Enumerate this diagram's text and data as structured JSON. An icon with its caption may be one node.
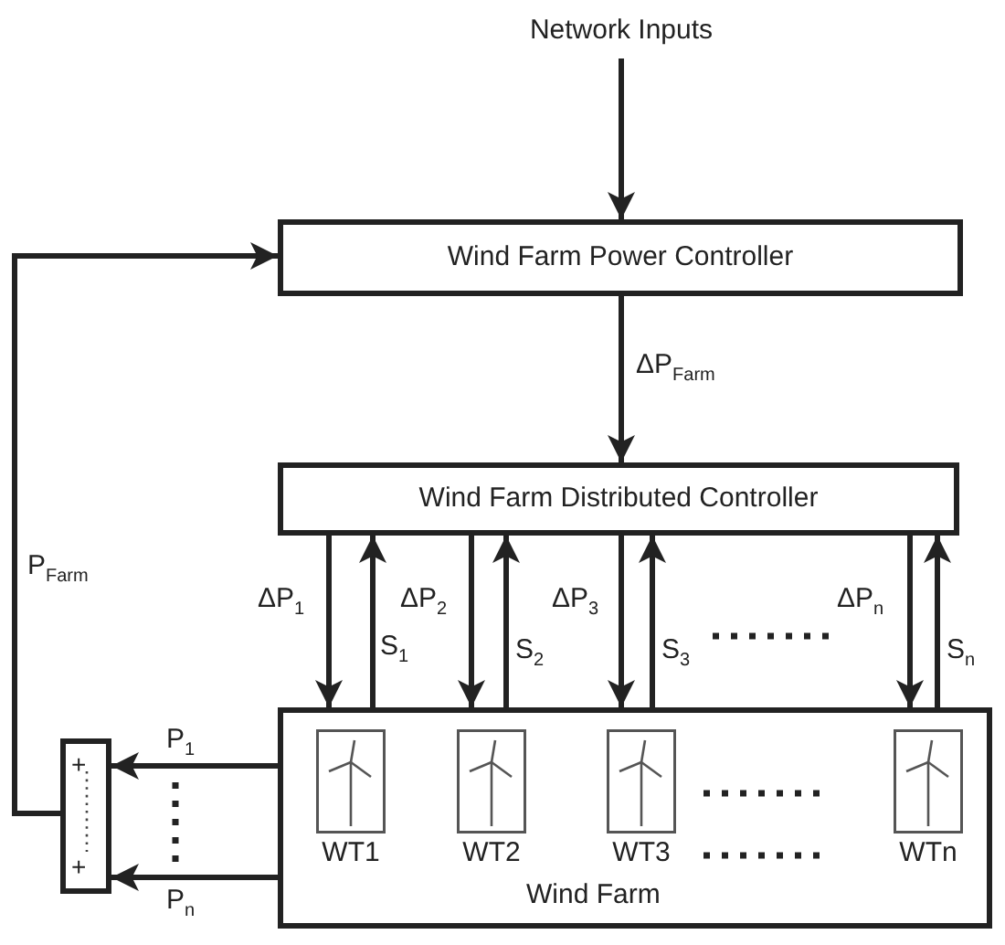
{
  "diagram": {
    "nodes": [
      {
        "text": [
          "Network Inputs"
        ]
      },
      {
        "text": [
          "Wind Farm Power Controller"
        ]
      },
      {
        "text": [
          "Wind Farm Distributed Controller"
        ]
      },
      {
        "text": [
          "Wind Farm"
        ]
      },
      {
        "text": [
          "WT1"
        ],
        "in": 3
      },
      {
        "text": [
          "WT2"
        ],
        "in": 3
      },
      {
        "text": [
          "WT3"
        ],
        "in": 3
      },
      {
        "text": [
          "WTn"
        ],
        "in": 3
      },
      {
        "text": [
          "+",
          "+"
        ]
      }
    ],
    "edges": [
      {
        "from": 0,
        "to": 1,
        "arrow": "to"
      },
      {
        "from": 1,
        "to": 2,
        "arrow": "to",
        "label": "ΔP$_{Farm}$"
      },
      {
        "from": 2,
        "to": 3,
        "arrow": "to",
        "label": "ΔP$_{1}$"
      },
      {
        "from": 3,
        "to": 2,
        "arrow": "to",
        "label": "S$_{1}$"
      },
      {
        "from": 2,
        "to": 3,
        "arrow": "to",
        "label": "ΔP$_{2}$"
      },
      {
        "from": 3,
        "to": 2,
        "arrow": "to",
        "label": "S$_{2}$"
      },
      {
        "from": 2,
        "to": 3,
        "arrow": "to",
        "label": "ΔP$_{3}$"
      },
      {
        "from": 3,
        "to": 2,
        "arrow": "to",
        "label": "S$_{3}$"
      },
      {
        "from": 2,
        "to": 3,
        "arrow": "to",
        "label": "ΔP$_{n}$"
      },
      {
        "from": 3,
        "to": 2,
        "arrow": "to",
        "label": "S$_{n}$"
      },
      {
        "from": 3,
        "to": 8,
        "arrow": "to",
        "label": "P$_{1}$"
      },
      {
        "from": 3,
        "to": 8,
        "arrow": "to",
        "label": "P$_{n}$"
      },
      {
        "from": 8,
        "to": 1,
        "arrow": "to",
        "label": "P$_{Farm}$"
      }
    ]
  }
}
